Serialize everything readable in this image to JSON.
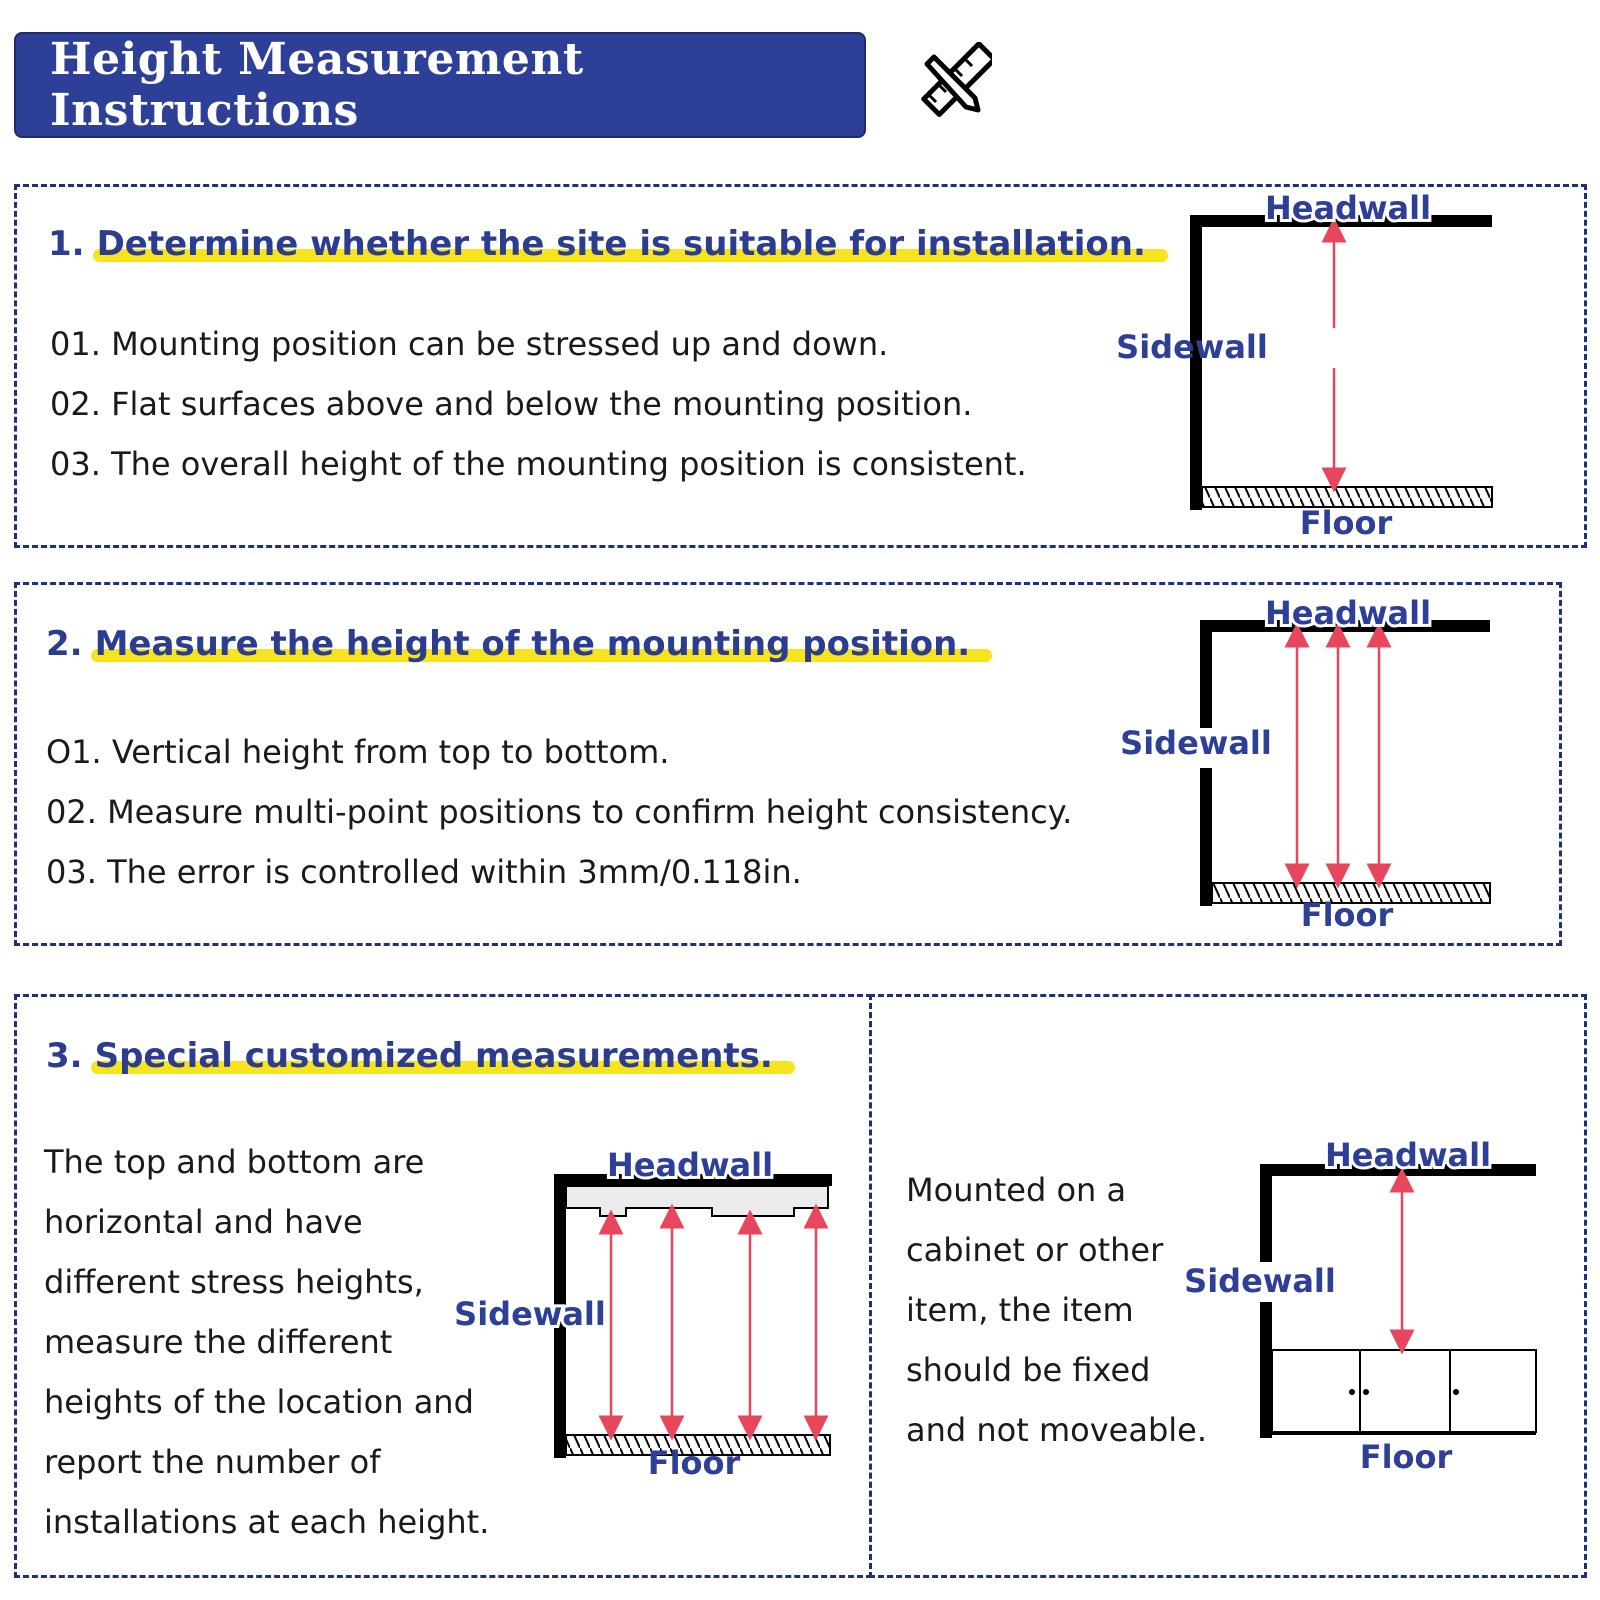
{
  "banner": {
    "title": "Height Measurement Instructions"
  },
  "icons": {
    "header_icon": "ruler-pencil-icon"
  },
  "colors": {
    "brand_blue": "#2d3f96",
    "highlight_yellow": "#f7e31e",
    "arrow_red": "#e8465c"
  },
  "diagram_labels": {
    "headwall": "Headwall",
    "sidewall": "Sidewall",
    "floor": "Floor"
  },
  "section1": {
    "number": "1.",
    "title": "Determine whether the site is suitable for installation.",
    "items": [
      "01. Mounting position can be stressed up and down.",
      "02. Flat surfaces above and below the mounting position.",
      "03. The overall height of the mounting position is consistent."
    ]
  },
  "section2": {
    "number": "2.",
    "title": "Measure the height of the mounting position.",
    "items": [
      "O1. Vertical height from top to bottom.",
      "02. Measure multi-point positions to confirm height consistency.",
      "03. The error is controlled within 3mm/0.118in."
    ]
  },
  "section3": {
    "number": "3.",
    "title": "Special customized measurements.",
    "left_text": [
      "The top and bottom are",
      "horizontal and have",
      "different stress heights,",
      "measure the different",
      "heights of the location and",
      "report the number of",
      "installations at each height."
    ],
    "right_text": [
      "Mounted on a",
      "cabinet or other",
      "item, the item",
      "should be fixed",
      "and not moveable."
    ]
  }
}
